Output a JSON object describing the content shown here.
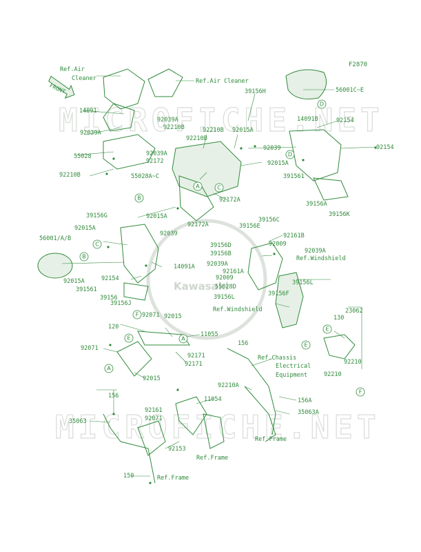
{
  "diagram_code": "F2870",
  "watermark": "MICROFICHE.NET",
  "logo": "Kawasaki",
  "front_label": "FRONT",
  "labels": [
    "Ref.Air",
    "Cleaner",
    "Ref.Air Cleaner",
    "39156H",
    "56001C~E",
    "14091",
    "14091B",
    "92039A",
    "92210B",
    "92210B",
    "92015A",
    "92154",
    "92039A",
    "92039",
    "92172",
    "55028",
    "92039A",
    "92154",
    "92210B",
    "55028A~C",
    "92015A",
    "391561",
    "92172A",
    "39156A",
    "39156K",
    "92210B",
    "39156G",
    "92015A",
    "92015A",
    "92172A",
    "39156E",
    "39156C",
    "92161B",
    "56001/A/B",
    "92039",
    "39156D",
    "92009",
    "92039A",
    "14091A",
    "39156B",
    "Ref.Windshield",
    "92015A",
    "92154",
    "92039A",
    "92161A",
    "391561",
    "92009",
    "39156L",
    "55028D",
    "39156",
    "39156F",
    "39156J",
    "39156L",
    "Ref.Windshield",
    "23062",
    "92071",
    "92015",
    "130",
    "120",
    "11055",
    "92071",
    "156",
    "92171",
    "92171",
    "Ref.Chassis",
    "Electrical",
    "Equipment",
    "92210",
    "92015",
    "92210",
    "92210A",
    "156",
    "11054",
    "92161",
    "156A",
    "92071",
    "35063",
    "35063A",
    "92153",
    "Ref.Frame",
    "Ref.Frame",
    "150",
    "Ref.Frame"
  ],
  "callouts": [
    "A",
    "B",
    "C",
    "D",
    "B",
    "C",
    "A",
    "D",
    "E",
    "F",
    "E",
    "A",
    "F",
    "E"
  ]
}
